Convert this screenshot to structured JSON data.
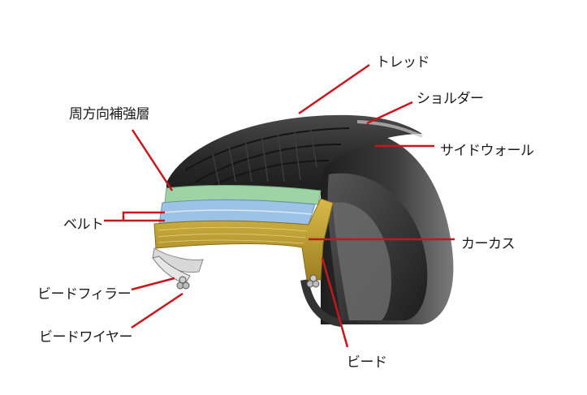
{
  "labels": {
    "tread": "トレッド",
    "shoulder": "ショルダー",
    "sidewall": "サイドウォール",
    "cap_ply": "周方向補強層",
    "belt": "ベルト",
    "carcass": "カーカス",
    "bead_filler": "ビードフィラー",
    "bead_wire": "ビードワイヤー",
    "bead": "ビード"
  },
  "colors": {
    "leader_line": "#c8161d",
    "tire_rubber": "#2a2a2a",
    "cap_ply_layer": "#8fcf9a",
    "belt_layer": "#8fb8e0",
    "carcass_layer": "#c9a93a"
  }
}
